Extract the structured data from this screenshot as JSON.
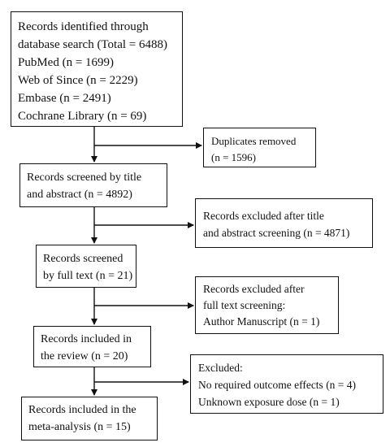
{
  "flowchart": {
    "identified": {
      "lines": [
        "Records identified through",
        "database search (Total = 6488)",
        "PubMed (n = 1699)",
        "Web of Since (n = 2229)",
        "Embase (n = 2491)",
        "Cochrane Library (n = 69)"
      ]
    },
    "duplicates": {
      "lines": [
        "Duplicates removed",
        "(n = 1596)"
      ]
    },
    "screened_title": {
      "lines": [
        "Records screened by title",
        "and abstract (n = 4892)"
      ]
    },
    "excluded_title": {
      "lines": [
        "Records excluded after title",
        "and abstract screening (n = 4871)"
      ]
    },
    "screened_full": {
      "lines": [
        "Records screened",
        "by full text (n = 21)"
      ]
    },
    "excluded_full": {
      "lines": [
        "Records excluded after",
        "full text screening:",
        "Author Manuscript (n = 1)"
      ]
    },
    "included_review": {
      "lines": [
        "Records included in",
        "the review (n = 20)"
      ]
    },
    "excluded_meta": {
      "lines": [
        "Excluded:",
        "No required outcome effects (n = 4)",
        "Unknown exposure dose (n = 1)"
      ]
    },
    "included_meta": {
      "lines": [
        "Records included in the",
        "meta-analysis (n = 15)"
      ]
    }
  }
}
